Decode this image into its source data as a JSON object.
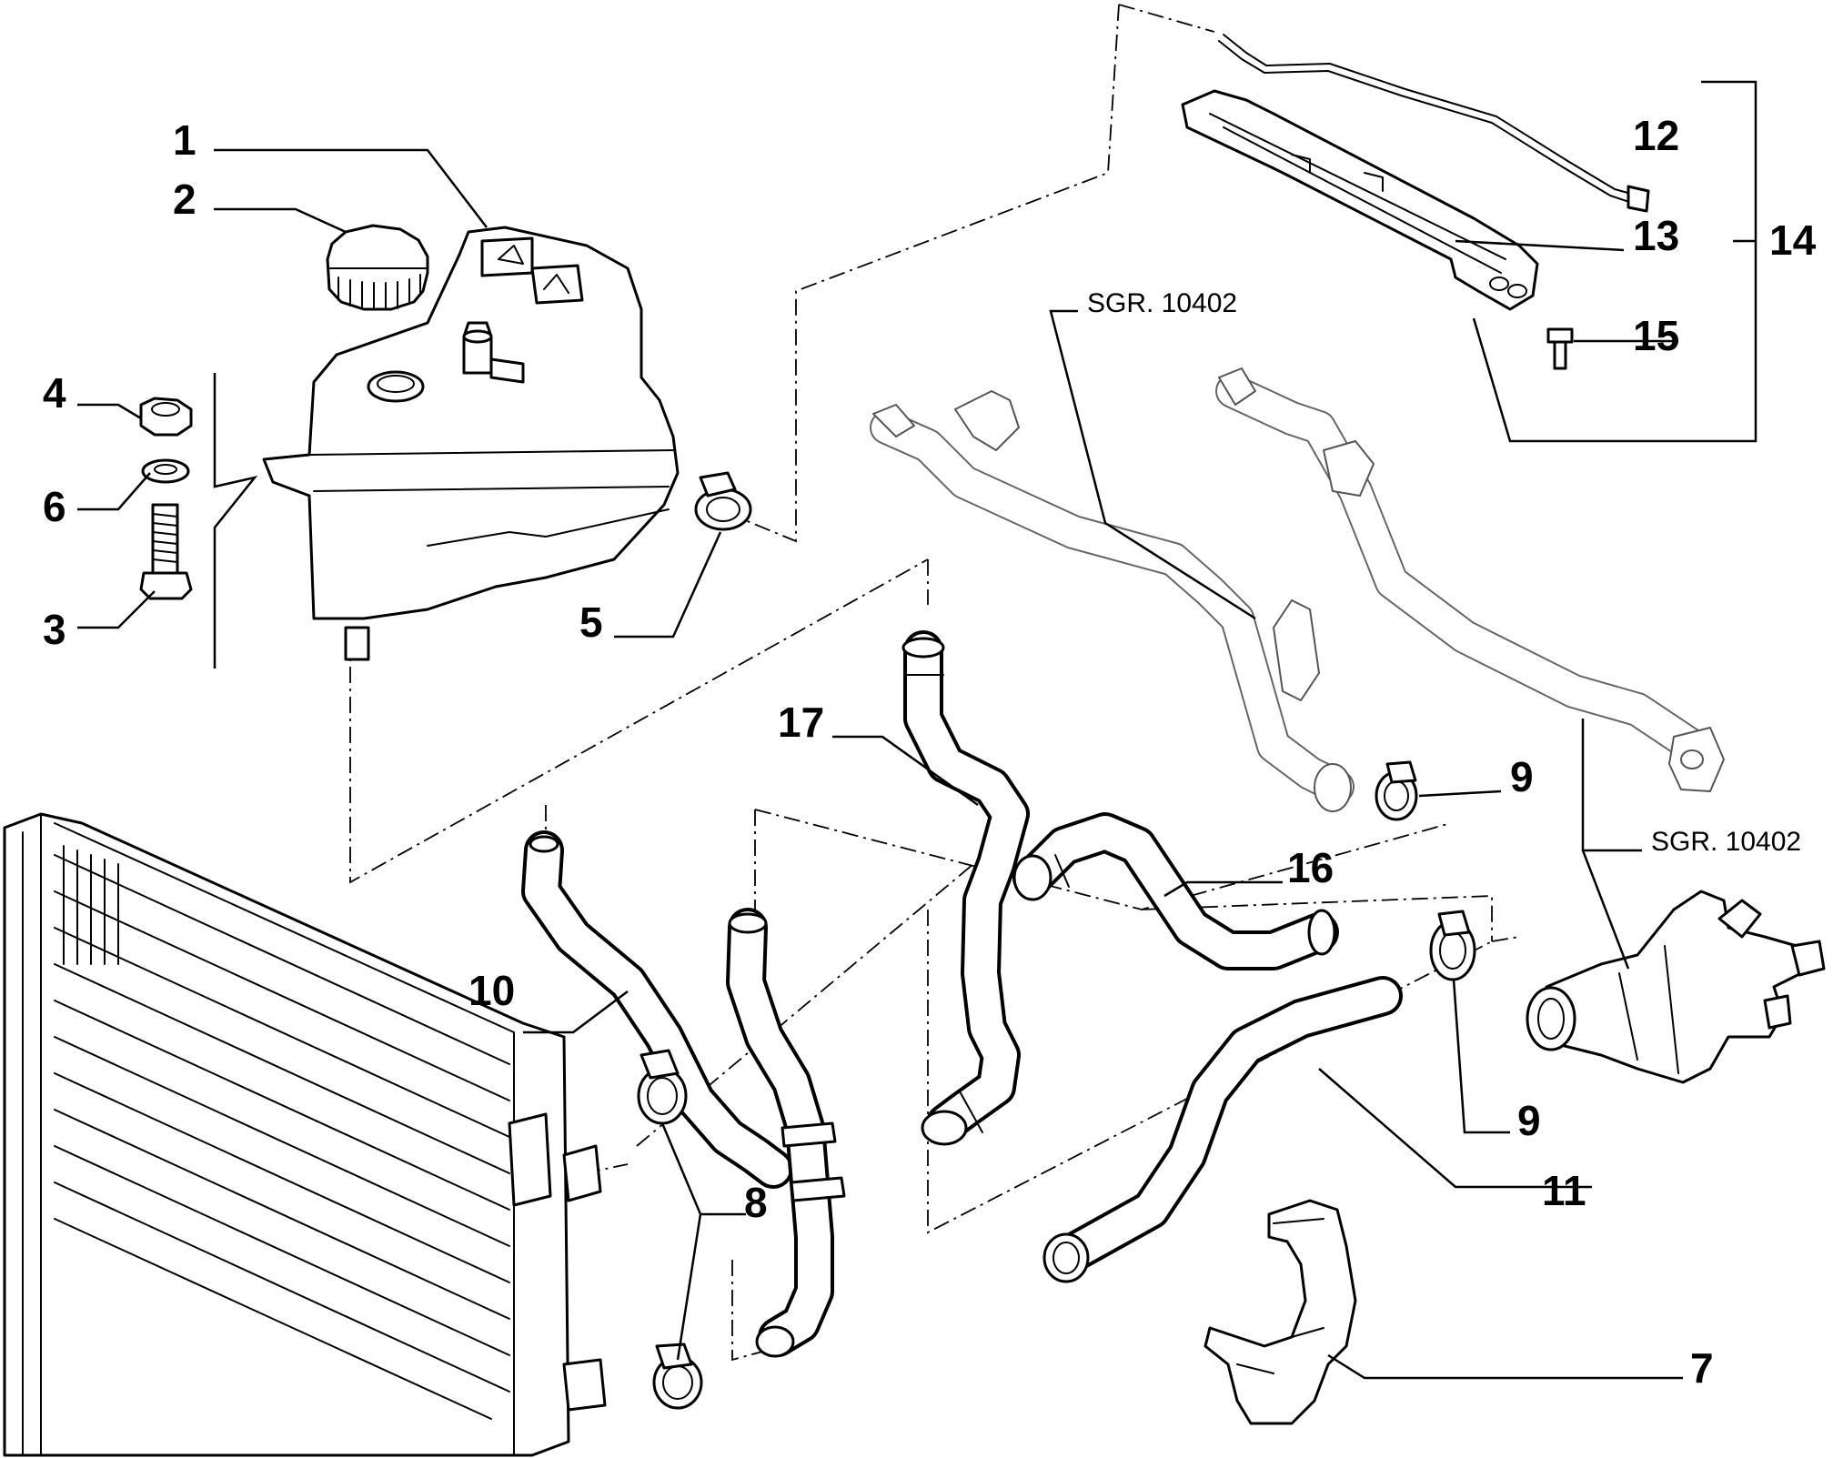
{
  "callouts": [
    {
      "id": "1",
      "label": "1"
    },
    {
      "id": "2",
      "label": "2"
    },
    {
      "id": "3",
      "label": "3"
    },
    {
      "id": "4",
      "label": "4"
    },
    {
      "id": "5",
      "label": "5"
    },
    {
      "id": "6",
      "label": "6"
    },
    {
      "id": "7",
      "label": "7"
    },
    {
      "id": "8",
      "label": "8"
    },
    {
      "id": "9a",
      "label": "9"
    },
    {
      "id": "9b",
      "label": "9"
    },
    {
      "id": "10",
      "label": "10"
    },
    {
      "id": "11",
      "label": "11"
    },
    {
      "id": "12",
      "label": "12"
    },
    {
      "id": "13",
      "label": "13"
    },
    {
      "id": "14",
      "label": "14"
    },
    {
      "id": "15",
      "label": "15"
    },
    {
      "id": "16",
      "label": "16"
    },
    {
      "id": "17",
      "label": "17"
    }
  ],
  "references": {
    "ref_pipe": "SGR. 10402",
    "ref_thermostat": "SGR. 10402"
  }
}
